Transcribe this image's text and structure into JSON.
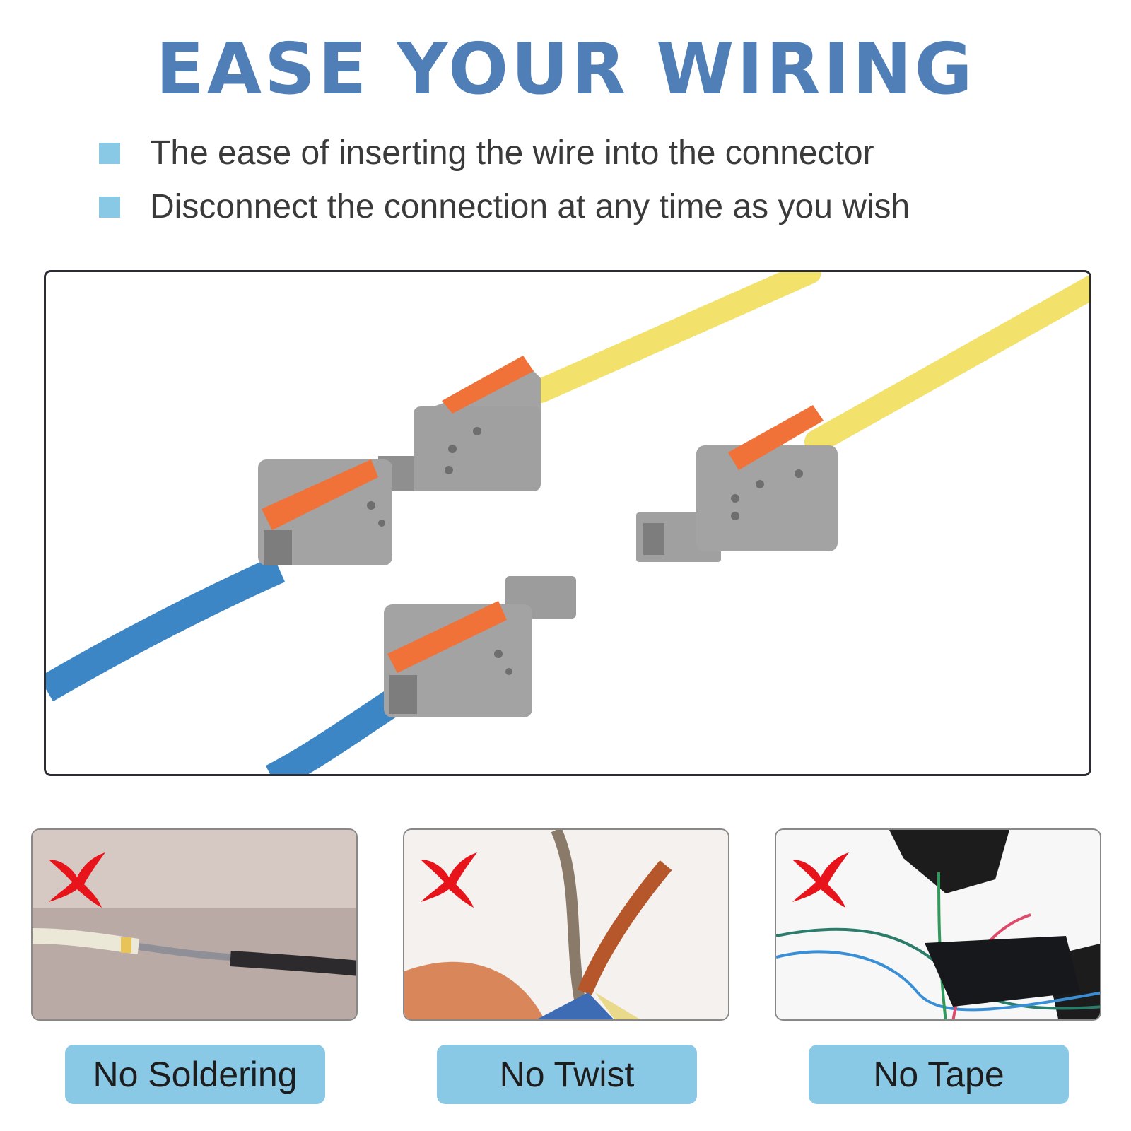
{
  "title": "EASE YOUR WIRING",
  "bullets": [
    "The ease of inserting the wire into the connector",
    "Disconnect the connection at any time as you wish"
  ],
  "colors": {
    "title": "#4f7fb6",
    "bullet_square": "#8ac9e6",
    "label_background": "#8ac9e6",
    "x_mark": "#e8141b",
    "connector_body": "#9a9a9a",
    "lever": "#f07238",
    "wire_blue": "#3d86c6",
    "wire_yellow": "#f2e16a"
  },
  "cards": [
    {
      "label": "No Soldering",
      "icon": "x-mark-icon"
    },
    {
      "label": "No Twist",
      "icon": "x-mark-icon"
    },
    {
      "label": "No Tape",
      "icon": "x-mark-icon"
    }
  ]
}
